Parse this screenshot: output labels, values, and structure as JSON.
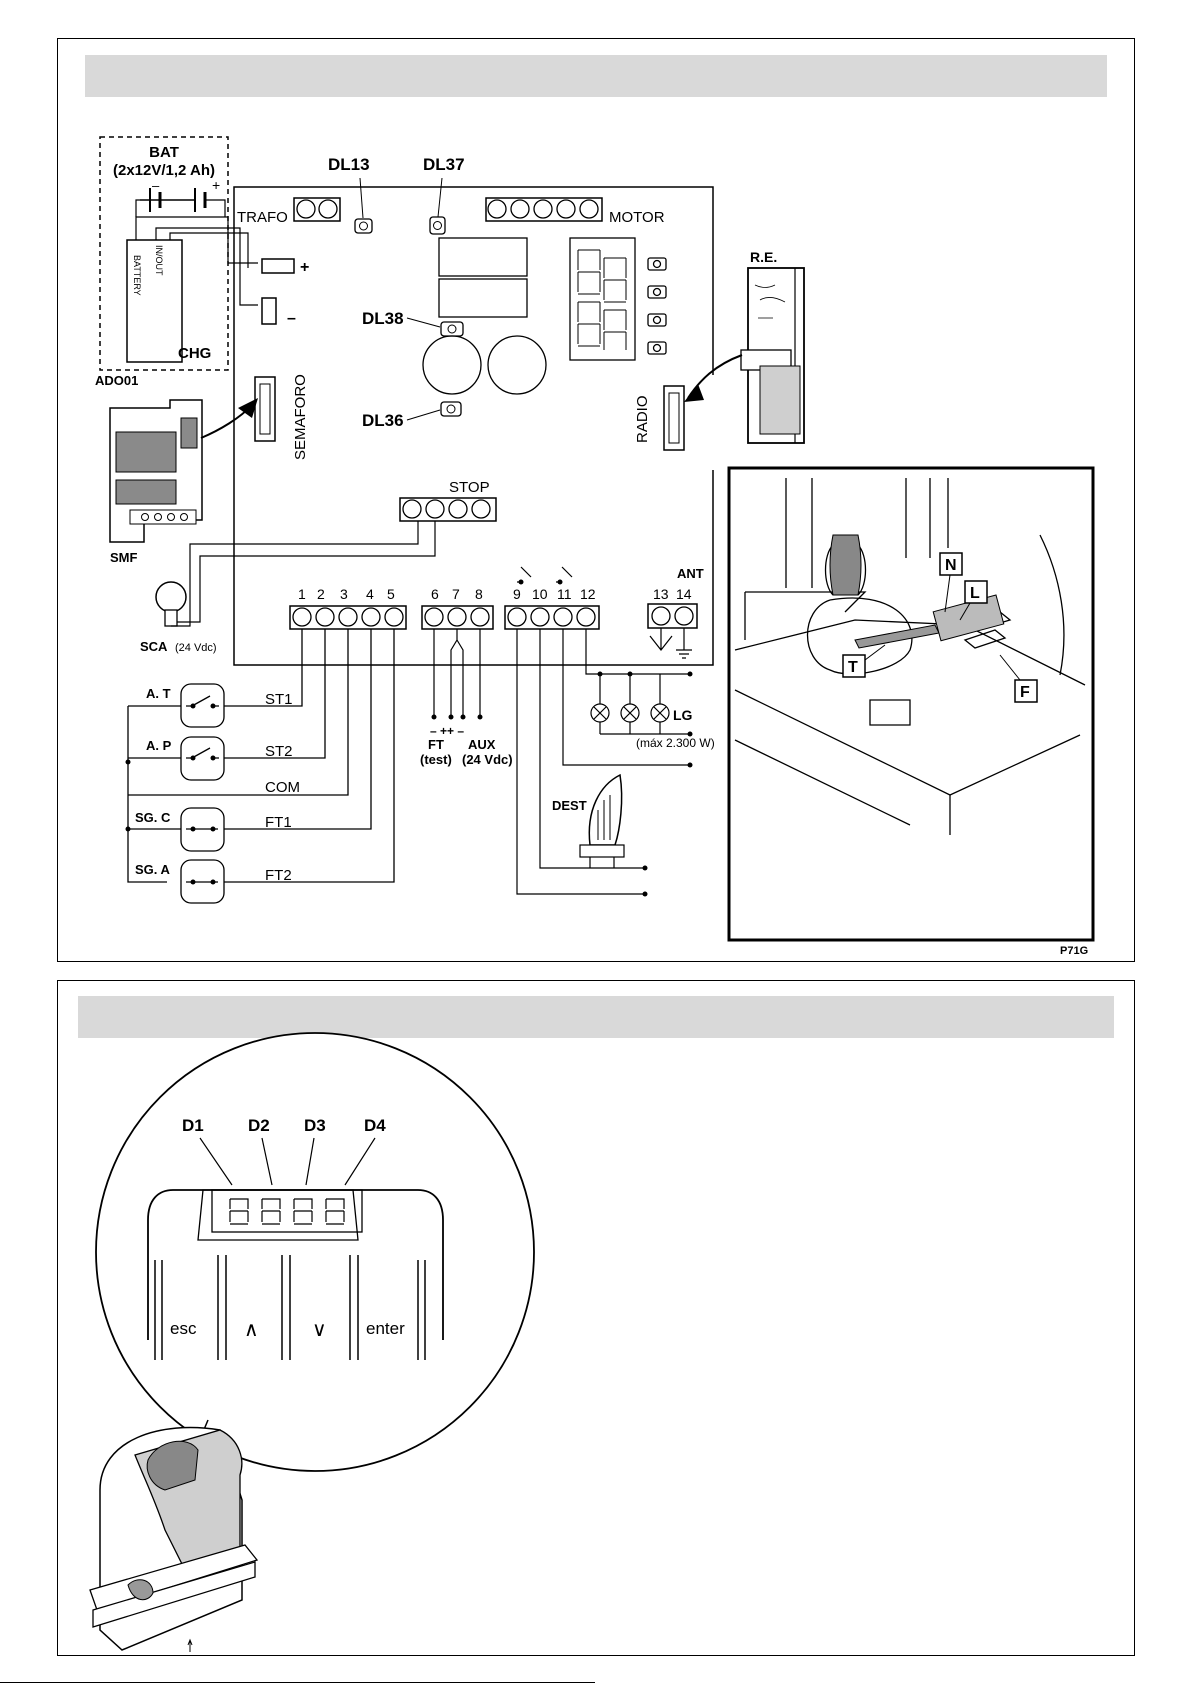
{
  "figure1": {
    "battery": {
      "title": "BAT",
      "spec": "(2x12V/1,2 Ah)",
      "plus": "+",
      "minus": "–",
      "label_battery": "BATTERY",
      "label_inout": "IN/OUT",
      "label_chg": "CHG",
      "module": "ADO01"
    },
    "board": {
      "trafo": "TRAFO",
      "motor": "MOTOR",
      "dl13": "DL13",
      "dl37": "DL37",
      "dl38": "DL38",
      "dl36": "DL36",
      "semaforo": "SEMAFORO",
      "radio": "RADIO",
      "stop": "STOP",
      "ant": "ANT",
      "plus_sign": "+",
      "minus_sign": "–"
    },
    "smf": "SMF",
    "re": "R.E.",
    "sca": {
      "label": "SCA",
      "note": "(24 Vdc)"
    },
    "terminals": {
      "t1": "1",
      "t2": "2",
      "t3": "3",
      "t4": "4",
      "t5": "5",
      "t6": "6",
      "t7": "7",
      "t8": "8",
      "t9": "9",
      "t10": "10",
      "t11": "11",
      "t12": "12",
      "t13": "13",
      "t14": "14"
    },
    "wires": {
      "st1": "ST1",
      "st2": "ST2",
      "com": "COM",
      "ft1": "FT1",
      "ft2": "FT2"
    },
    "inputs": {
      "at": "A. T",
      "ap": "A. P",
      "sgc": "SG. C",
      "sga": "SG. A"
    },
    "ft": {
      "polarity": "–  ++  –",
      "ft_label": "FT",
      "ft_test": "(test)",
      "aux_label": "AUX",
      "aux_note": "(24 Vdc)"
    },
    "lg": {
      "label": "LG",
      "note": "(máx 2.300 W)"
    },
    "dest": "DEST",
    "inset": {
      "n": "N",
      "l": "L",
      "t": "T",
      "f": "F"
    },
    "code": "P71G"
  },
  "figure2": {
    "digits": [
      "D1",
      "D2",
      "D3",
      "D4"
    ],
    "buttons": {
      "esc": "esc",
      "up": "∧",
      "down": "∨",
      "enter": "enter"
    }
  }
}
